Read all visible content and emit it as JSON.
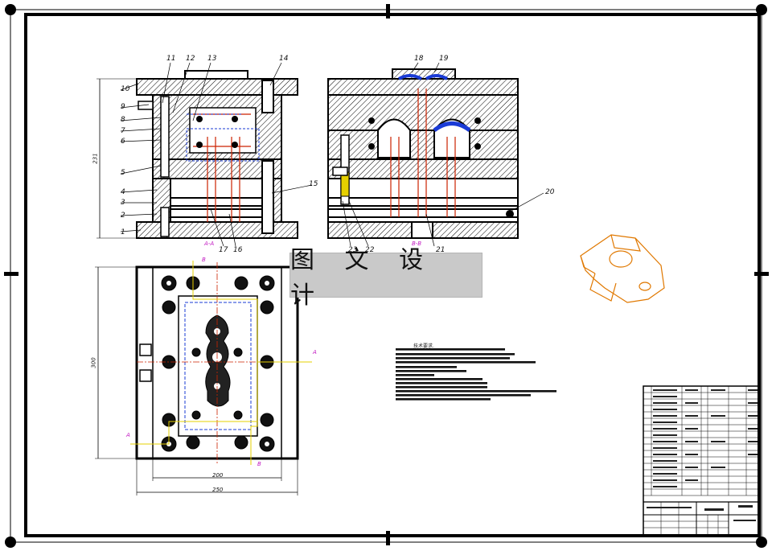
{
  "watermark": "图 文 设 计",
  "tech_requirements_title": "技术要求.",
  "callouts": [
    "1",
    "2",
    "3",
    "4",
    "5",
    "6",
    "7",
    "8",
    "9",
    "10",
    "11",
    "12",
    "13",
    "14",
    "15",
    "16",
    "17",
    "18",
    "19",
    "20",
    "21",
    "22",
    "23"
  ],
  "section_labels": {
    "aa": "A-A",
    "bb": "B-B",
    "a": "A",
    "b": "B"
  },
  "dimensions": {
    "top_view_height": "231",
    "plan_height": "300",
    "plan_inner_width": "200",
    "plan_width": "250"
  },
  "colors": {
    "line": "#000000",
    "hatch": "#000000",
    "red": "#cc2200",
    "blue": "#1a3bd6",
    "magenta": "#c21ac2",
    "yellow": "#e6d000",
    "orange": "#e07800",
    "watermark_bg": "#c9c9c9"
  }
}
